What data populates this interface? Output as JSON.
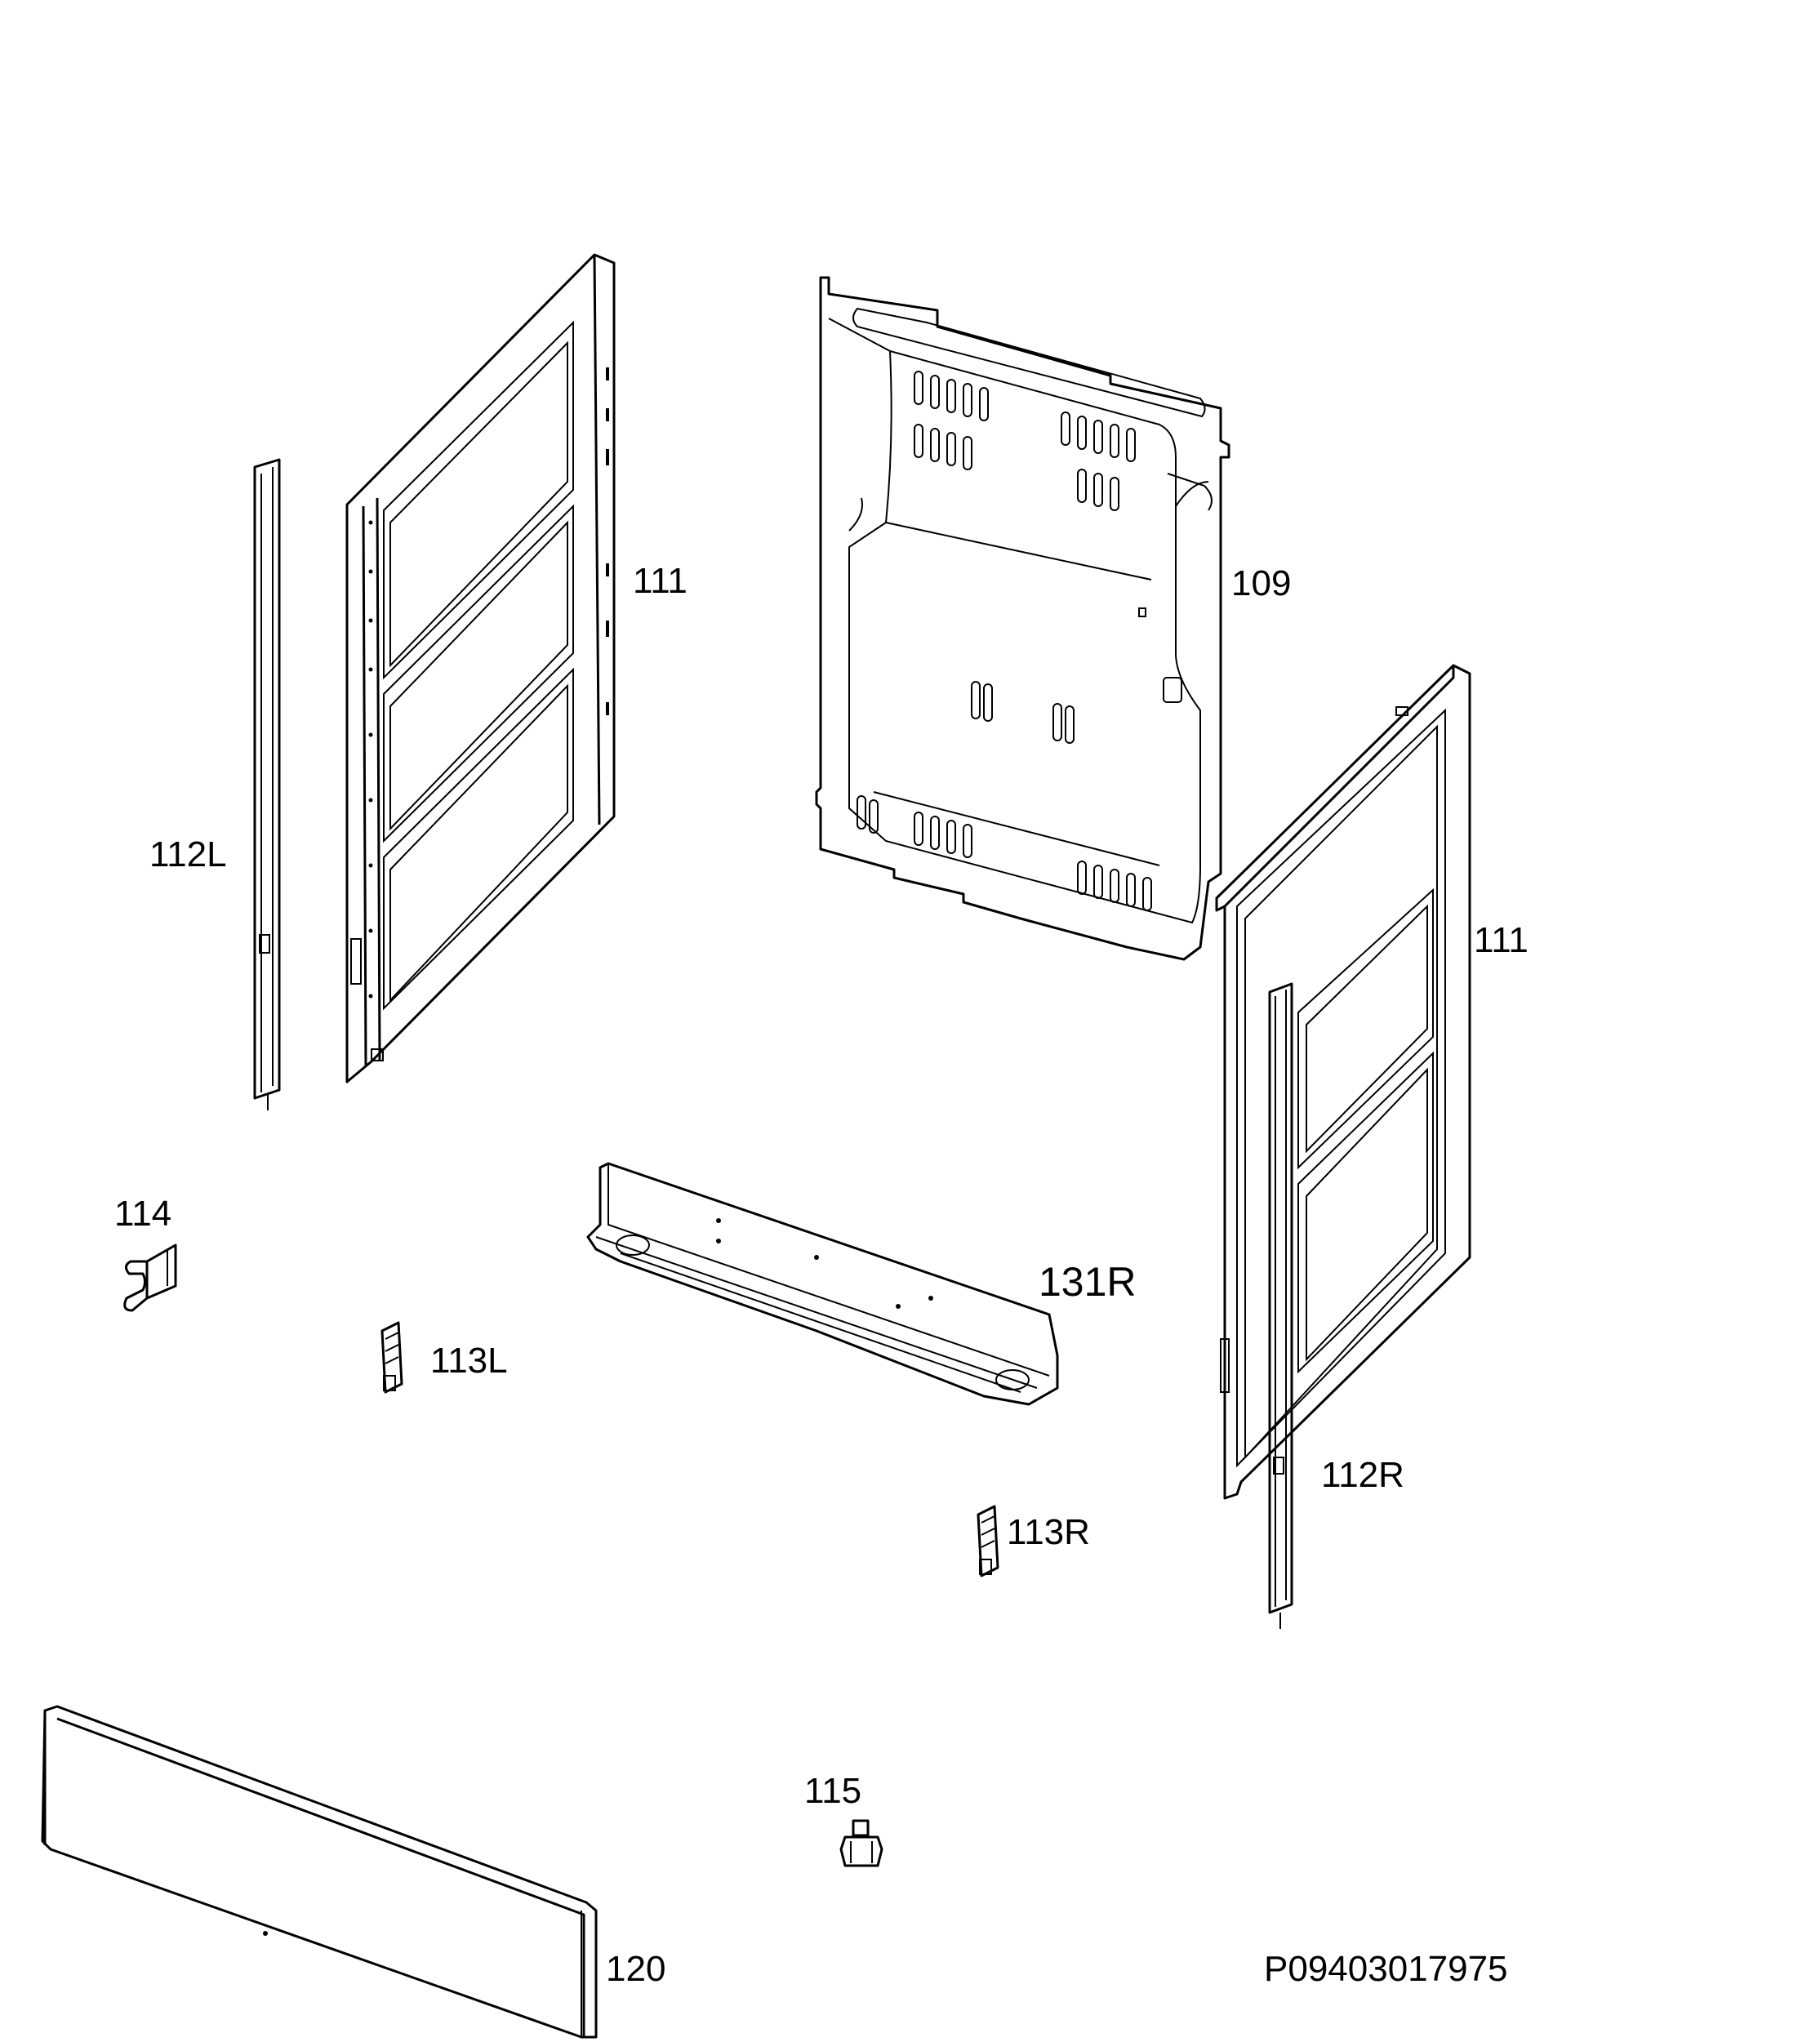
{
  "labels": {
    "l111a": "111",
    "l109": "109",
    "l111b": "111",
    "l112L": "112L",
    "l114": "114",
    "l131R": "131R",
    "l113L": "113L",
    "l112R": "112R",
    "l113R": "113R",
    "l115": "115",
    "l120": "120",
    "code": "P09403017975"
  }
}
